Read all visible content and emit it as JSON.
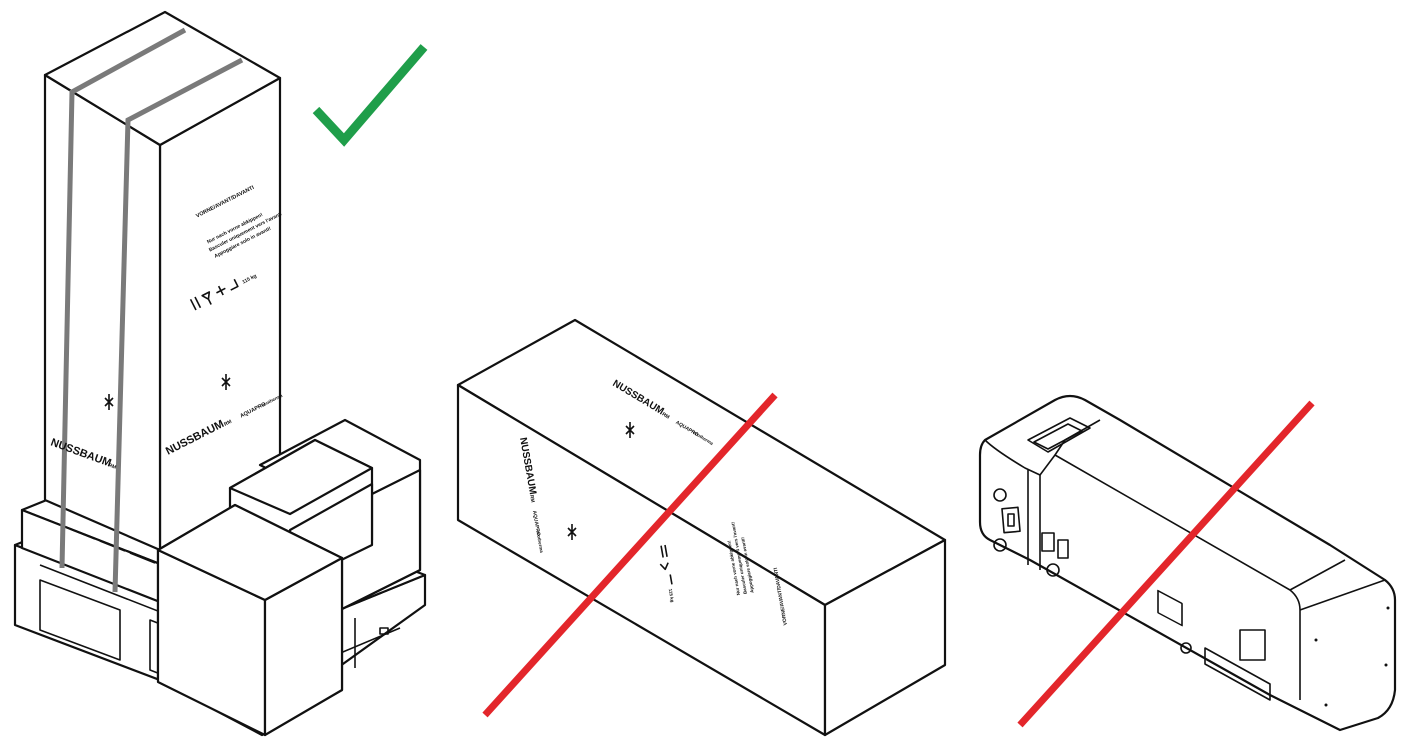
{
  "packaging": {
    "brand": "NUSSBAUM",
    "brand_suffix": "RM",
    "product_brand": "AQUAPRO",
    "product_suffix": "ecotherma",
    "orientation_label": "VORNE/AVANT/DAVANTI",
    "instruction_lines": [
      "Nur nach vorne abkippen!",
      "Basculer uniquement vers l'avant!",
      "Appoggiare solo in avanti!"
    ],
    "weight": "115 kg"
  },
  "marks": {
    "correct": {
      "icon": "checkmark-icon",
      "color": "#1f9e4a"
    },
    "wrong": {
      "icon": "strike-line-icon",
      "color": "#e3262b"
    }
  }
}
